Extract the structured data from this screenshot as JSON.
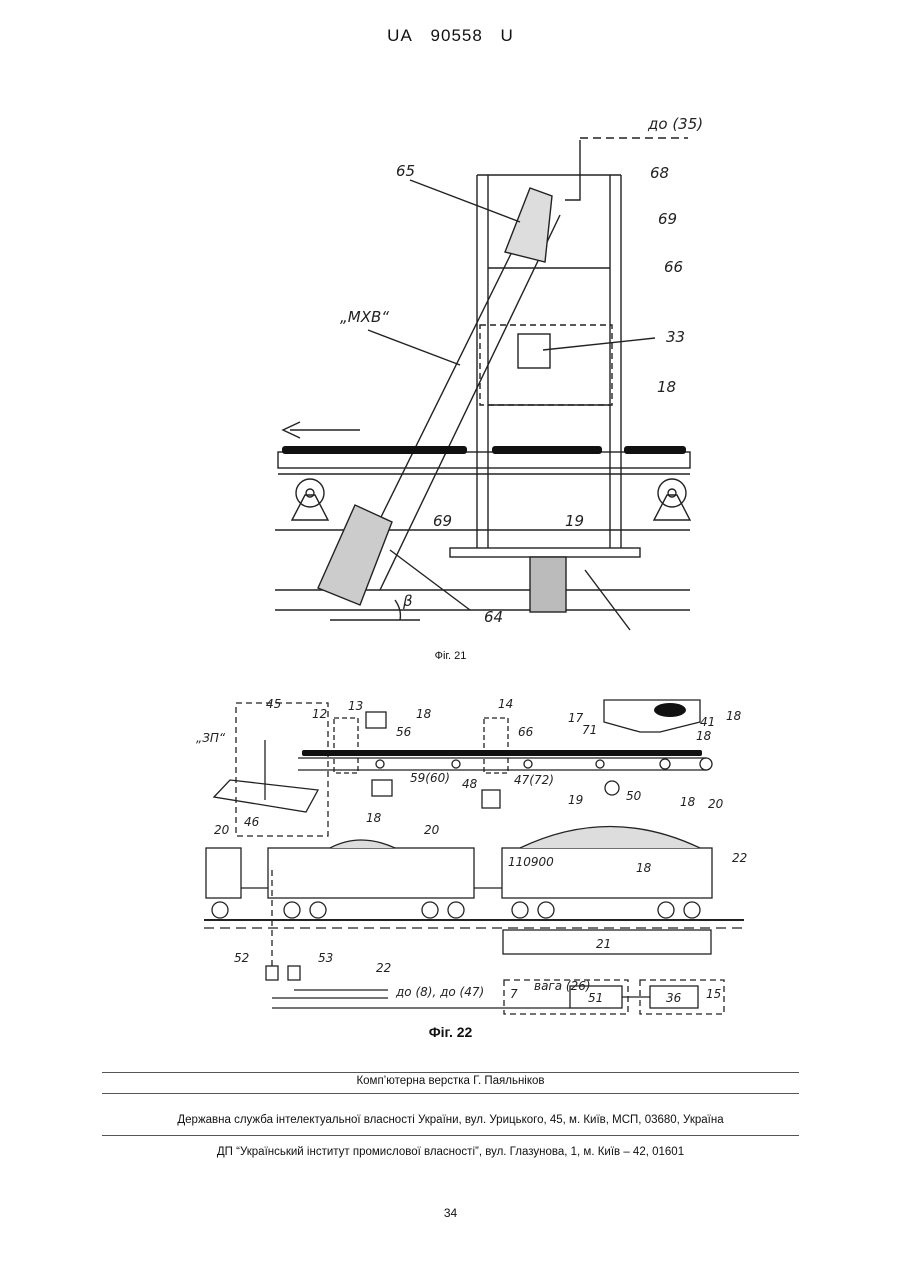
{
  "header": {
    "office": "UA",
    "number": "90558",
    "kind": "U"
  },
  "fig21": {
    "caption": "Фіг. 21",
    "labels": {
      "l65": "65",
      "l68": "68",
      "l69a": "69",
      "l66": "66",
      "lmxb": "„МХВ“",
      "l33": "33",
      "l18": "18",
      "l69b": "69",
      "l19": "19",
      "l64": "64",
      "lbeta": "β",
      "lto": "до (35)"
    }
  },
  "fig22": {
    "caption": "Фіг. 22",
    "labels": {
      "l3p": "„ЗП“",
      "l45": "45",
      "l12": "12",
      "l13": "13",
      "l56": "56",
      "l18a": "18",
      "l14": "14",
      "l66": "66",
      "l17": "17",
      "l71": "71",
      "l41": "41",
      "l18b": "18",
      "l18c": "18",
      "l59": "59(60)",
      "l47": "47(72)",
      "l48": "48",
      "l19": "19",
      "l50": "50",
      "l18d": "18",
      "l18e": "18",
      "l20a": "20",
      "l20b": "20",
      "l20c": "20",
      "l46": "46",
      "l18f": "18",
      "lwagon": "110900",
      "l22a": "22",
      "l22b": "22",
      "l21": "21",
      "l52": "52",
      "l53": "53",
      "lto": "до (8), до (47)",
      "l7": "7",
      "lvaga": "вага (26)",
      "l51": "51",
      "l36": "36",
      "l15": "15"
    }
  },
  "footer": {
    "layout": "Комп’ютерна верстка Г. Паяльніков",
    "office_address": "Державна служба інтелектуальної власності України, вул. Урицького, 45, м. Київ, МСП, 03680, Україна",
    "institute_address": "ДП “Український інститут промислової власності”, вул. Глазунова, 1, м. Київ – 42, 01601"
  },
  "page_number": "34"
}
